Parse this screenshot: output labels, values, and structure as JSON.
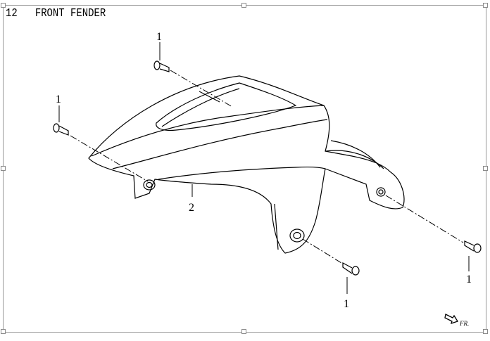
{
  "title": "12   FRONT FENDER",
  "callouts": [
    "1",
    "1",
    "2",
    "1",
    "1"
  ],
  "direction_label": "FR."
}
